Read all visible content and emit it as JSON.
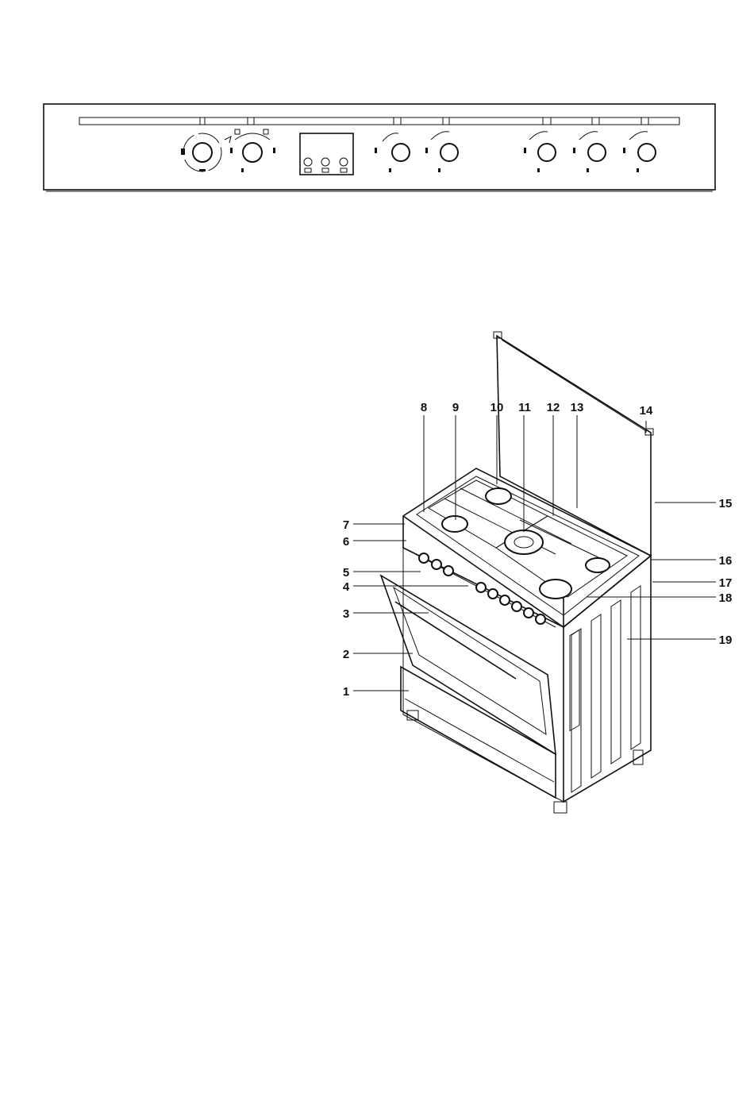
{
  "callouts": [
    {
      "id": 1,
      "text": "1"
    },
    {
      "id": 2,
      "text": "2"
    },
    {
      "id": 3,
      "text": "3"
    },
    {
      "id": 4,
      "text": "4"
    },
    {
      "id": 5,
      "text": "5"
    },
    {
      "id": 6,
      "text": "6"
    },
    {
      "id": 7,
      "text": "7"
    },
    {
      "id": 8,
      "text": "8"
    },
    {
      "id": 9,
      "text": "9"
    },
    {
      "id": 10,
      "text": "10"
    },
    {
      "id": 11,
      "text": "11"
    },
    {
      "id": 12,
      "text": "12"
    },
    {
      "id": 13,
      "text": "13"
    },
    {
      "id": 14,
      "text": "14"
    },
    {
      "id": 15,
      "text": "15"
    },
    {
      "id": 16,
      "text": "16"
    },
    {
      "id": 17,
      "text": "17"
    },
    {
      "id": 18,
      "text": "18"
    },
    {
      "id": 19,
      "text": "19"
    }
  ],
  "colors": {
    "ink": "#111111",
    "paper": "#ffffff"
  }
}
